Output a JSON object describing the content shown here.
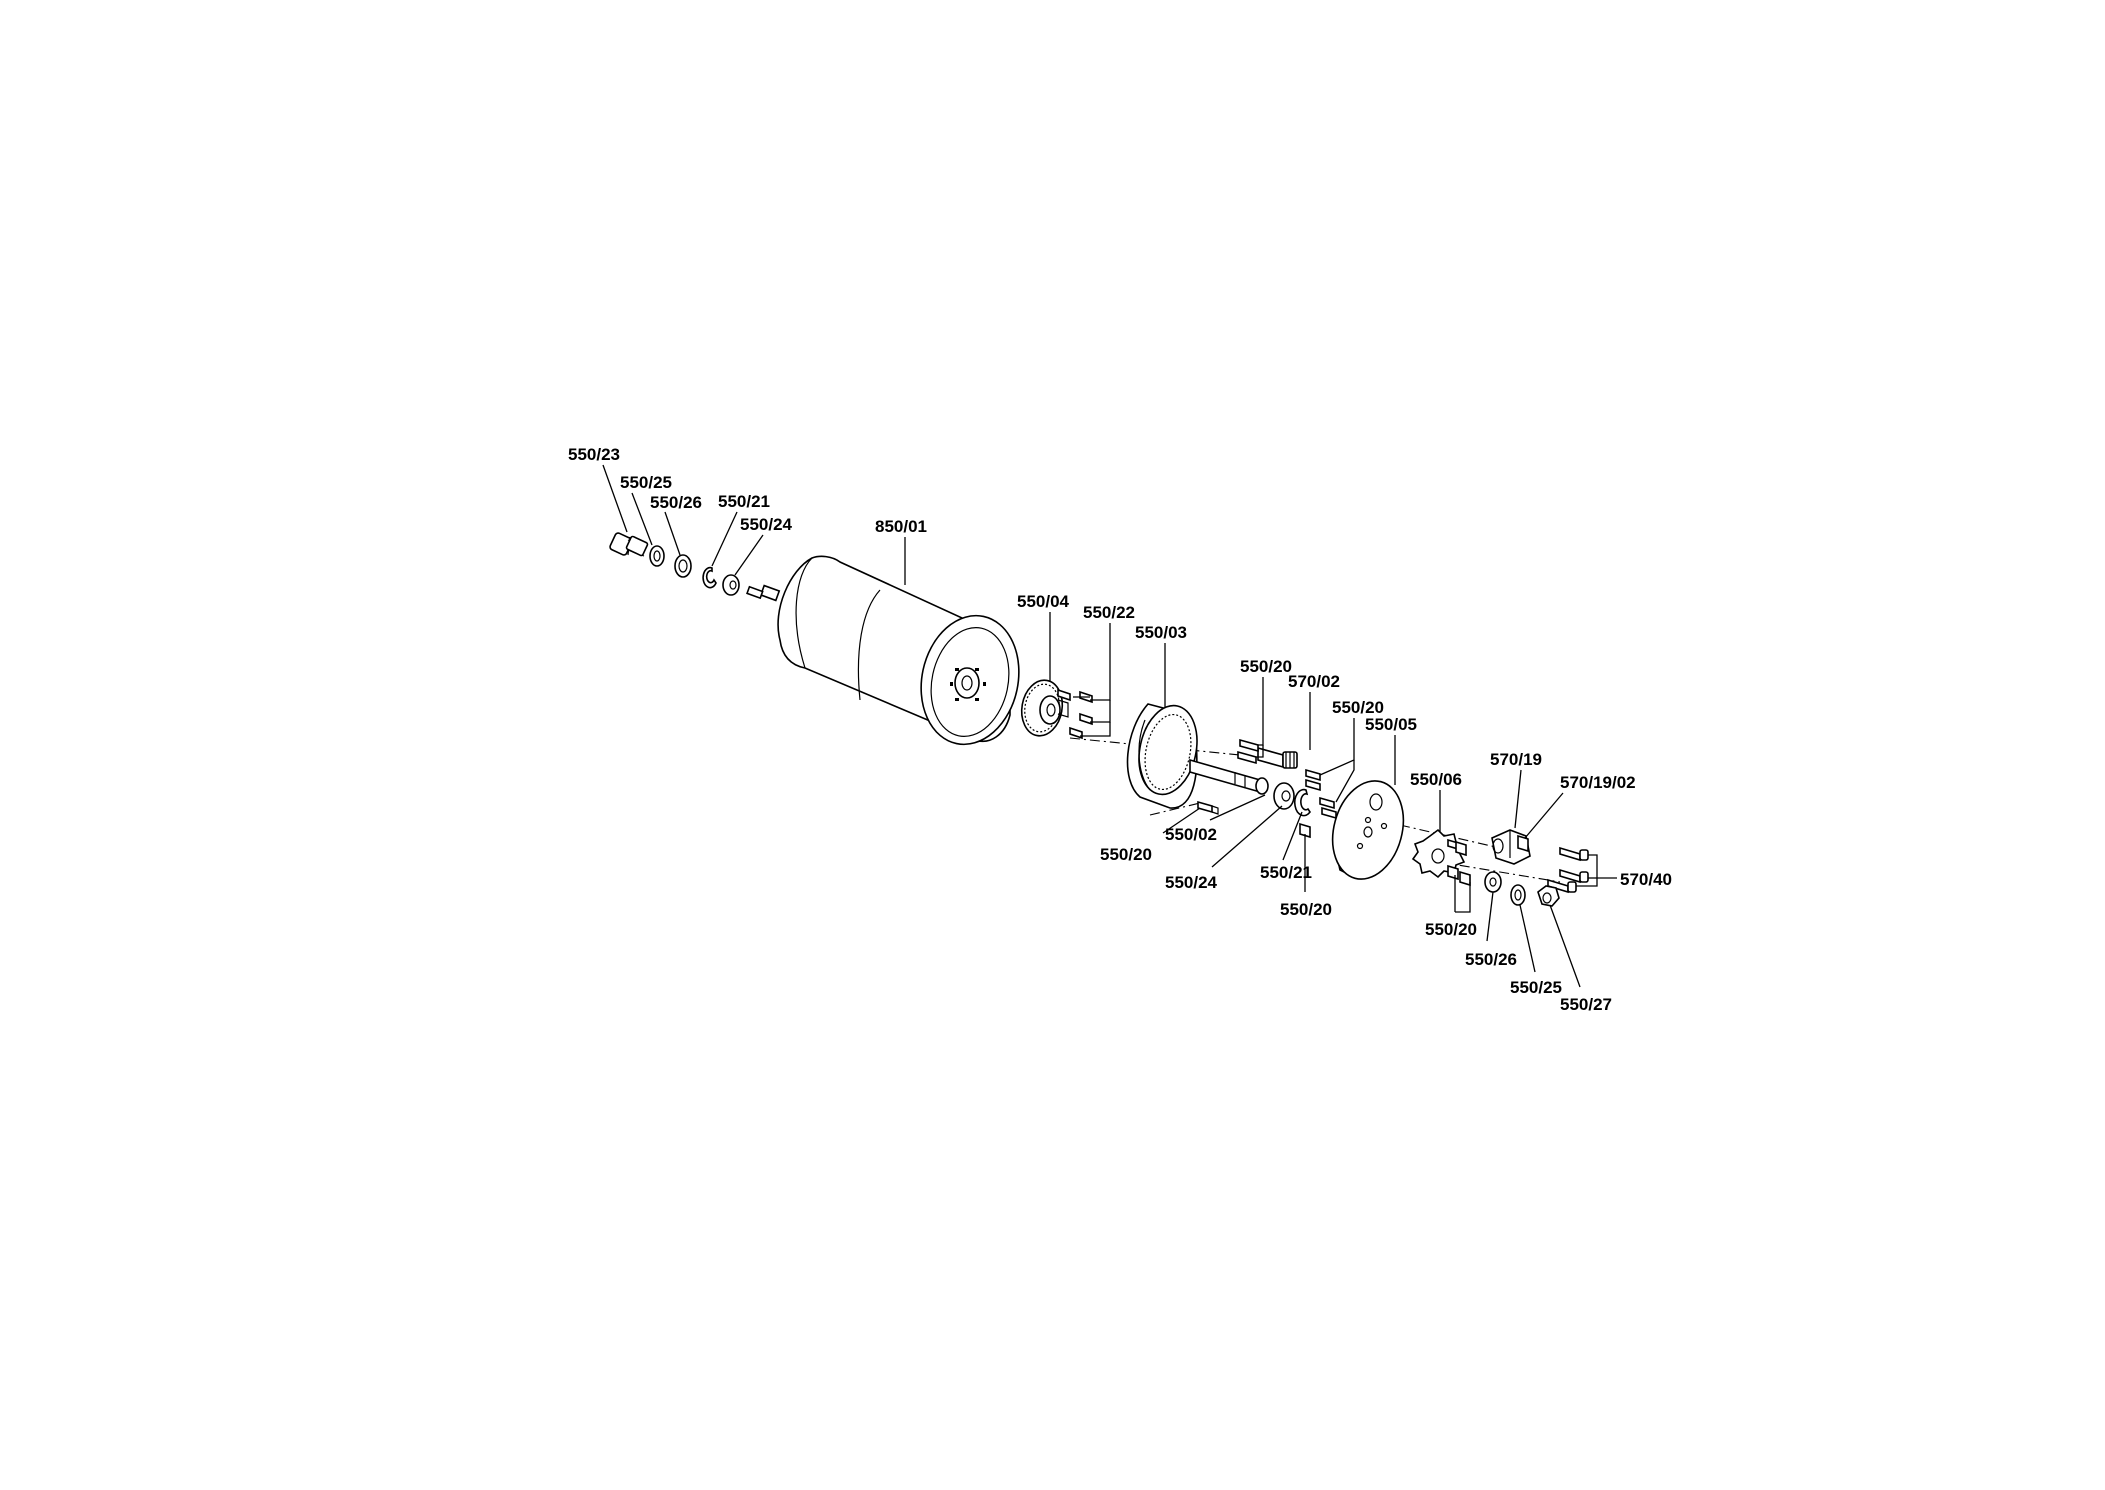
{
  "diagram": {
    "type": "exploded-parts-view",
    "labels": [
      {
        "id": "l1",
        "text": "550/23"
      },
      {
        "id": "l2",
        "text": "550/25"
      },
      {
        "id": "l3",
        "text": "550/26"
      },
      {
        "id": "l4",
        "text": "550/21"
      },
      {
        "id": "l5",
        "text": "550/24"
      },
      {
        "id": "l6",
        "text": "850/01"
      },
      {
        "id": "l7",
        "text": "550/04"
      },
      {
        "id": "l8",
        "text": "550/22"
      },
      {
        "id": "l9",
        "text": "550/03"
      },
      {
        "id": "l10",
        "text": "550/20"
      },
      {
        "id": "l11",
        "text": "570/02"
      },
      {
        "id": "l12",
        "text": "550/20"
      },
      {
        "id": "l13",
        "text": "550/05"
      },
      {
        "id": "l14",
        "text": "550/06"
      },
      {
        "id": "l15",
        "text": "570/19"
      },
      {
        "id": "l16",
        "text": "570/19/02"
      },
      {
        "id": "l17",
        "text": "570/40"
      },
      {
        "id": "l18",
        "text": "550/20"
      },
      {
        "id": "l19",
        "text": "550/02"
      },
      {
        "id": "l20",
        "text": "550/24"
      },
      {
        "id": "l21",
        "text": "550/21"
      },
      {
        "id": "l22",
        "text": "550/20"
      },
      {
        "id": "l23",
        "text": "550/20"
      },
      {
        "id": "l24",
        "text": "550/26"
      },
      {
        "id": "l25",
        "text": "550/25"
      },
      {
        "id": "l26",
        "text": "550/27"
      }
    ]
  }
}
